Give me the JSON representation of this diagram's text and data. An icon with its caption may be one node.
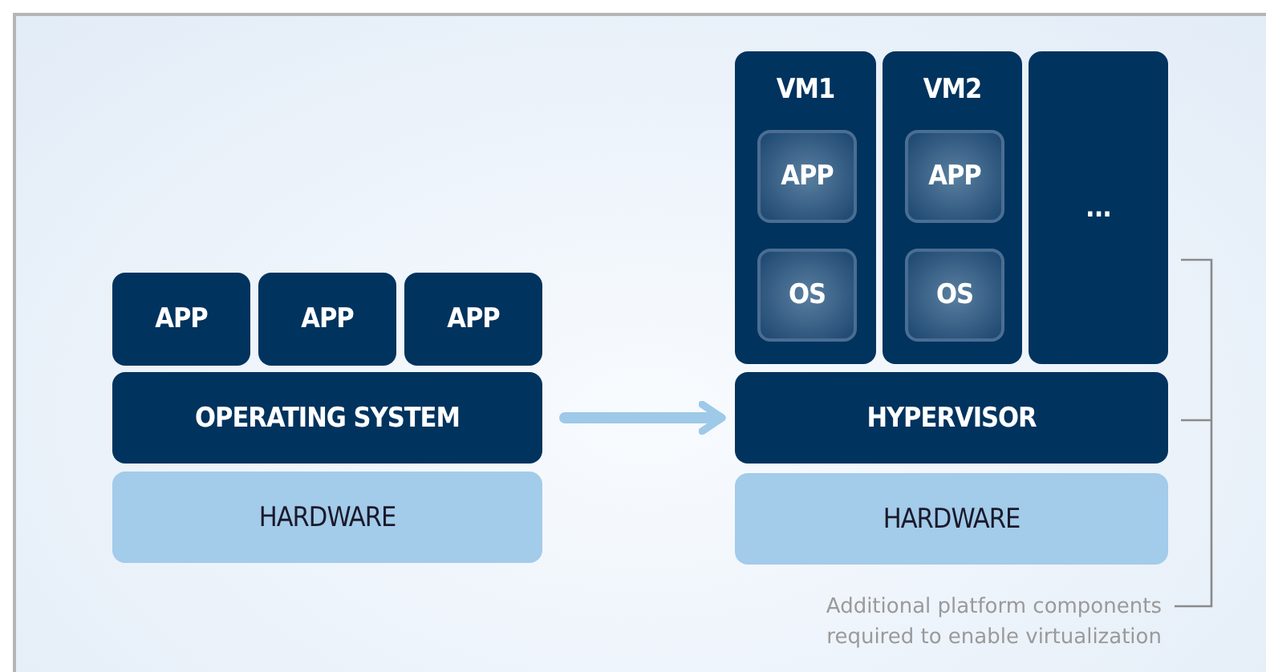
{
  "diagram": {
    "nodes": [
      {
        "text": [
          "APP"
        ]
      },
      {
        "text": [
          "APP"
        ]
      },
      {
        "text": [
          "APP"
        ]
      },
      {
        "text": [
          "OPERATING SYSTEM"
        ]
      },
      {
        "text": [
          "HARDWARE"
        ]
      },
      {
        "text": [
          "VM1"
        ]
      },
      {
        "text": [
          "APP"
        ],
        "in": 5
      },
      {
        "text": [
          "OS"
        ],
        "in": 5
      },
      {
        "text": [
          "VM2"
        ]
      },
      {
        "text": [
          "APP"
        ],
        "in": 8
      },
      {
        "text": [
          "OS"
        ],
        "in": 8
      },
      {
        "text": [
          "..."
        ]
      },
      {
        "text": [
          "HYPERVISOR"
        ]
      },
      {
        "text": [
          "HARDWARE"
        ]
      }
    ],
    "edges": [
      {
        "from": 3,
        "to": 12,
        "arrow": "to"
      }
    ],
    "labels": [
      "Additional platform components required to enable virtualization"
    ]
  }
}
